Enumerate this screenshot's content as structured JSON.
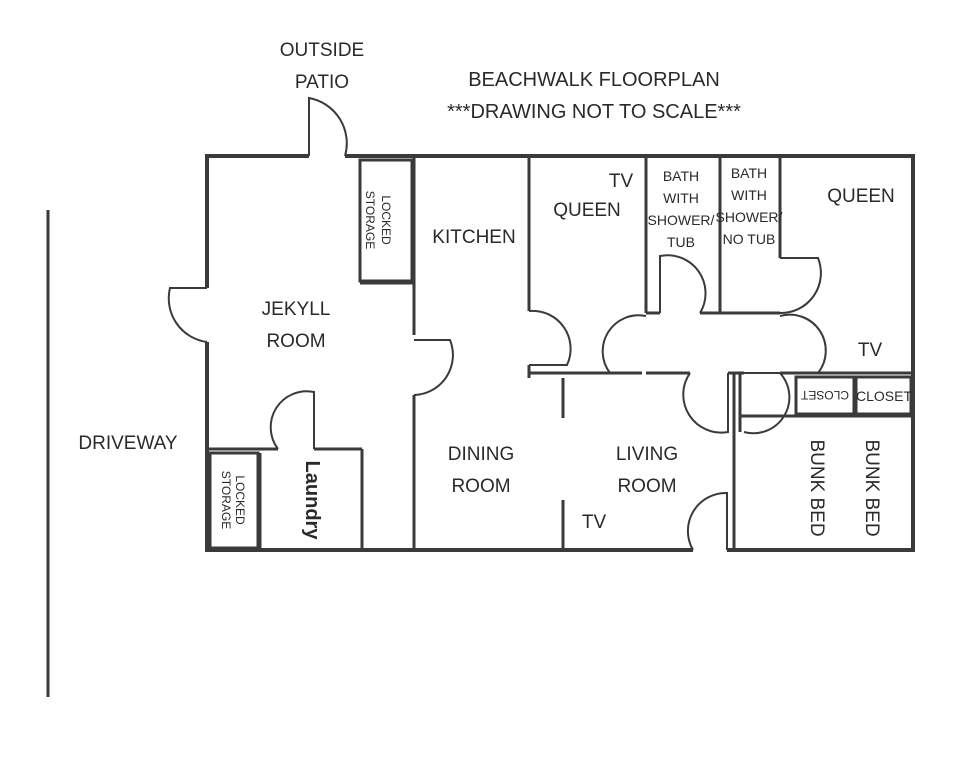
{
  "title": "BEACHWALK FLOORPLAN",
  "subtitle": "***DRAWING NOT TO SCALE***",
  "outside_patio": [
    "OUTSIDE",
    "PATIO"
  ],
  "driveway": "DRIVEWAY",
  "rooms": {
    "jekyll": [
      "JEKYLL",
      "ROOM"
    ],
    "locked_storage_top": [
      "LOCKED",
      "STORAGE"
    ],
    "locked_storage_bottom": [
      "LOCKED",
      "STORAGE"
    ],
    "laundry": "Laundry",
    "kitchen": "KITCHEN",
    "dining": [
      "DINING",
      "ROOM"
    ],
    "living": [
      "LIVING",
      "ROOM"
    ],
    "queen_left": "QUEEN",
    "queen_right": "QUEEN",
    "bath_left": [
      "BATH",
      "WITH",
      "SHOWER/",
      "TUB"
    ],
    "bath_right": [
      "BATH",
      "WITH",
      "SHOWER/",
      "NO TUB"
    ],
    "closet_left": "CLOSET",
    "closet_right": "CLOSET",
    "bunk_bed_1": "BUNK BED",
    "bunk_bed_2": "BUNK BED"
  },
  "tv_label": "TV"
}
